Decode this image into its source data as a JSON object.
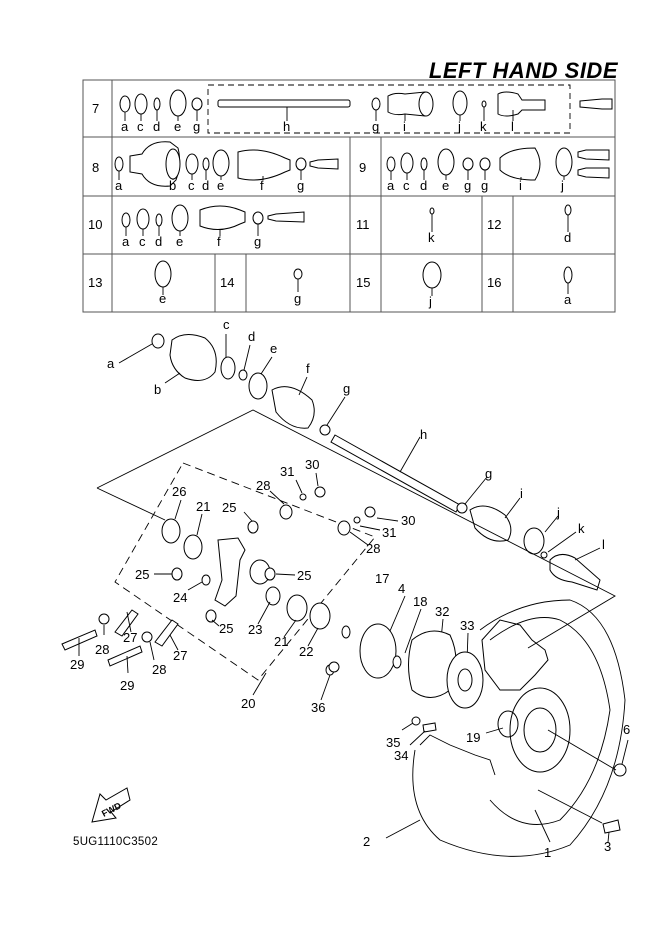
{
  "title": "LEFT HAND SIDE",
  "diagram_code": "5UG1110C3502",
  "fwd_label": "FWD",
  "table": {
    "rows": [
      {
        "set": "7",
        "parts": [
          "a",
          "c",
          "d",
          "e",
          "g",
          "h",
          "g",
          "i",
          "j",
          "k",
          "l"
        ]
      },
      {
        "set": "8",
        "parts": [
          "a",
          "b",
          "c",
          "d",
          "e",
          "f",
          "g"
        ]
      },
      {
        "set": "9",
        "parts": [
          "a",
          "c",
          "d",
          "e",
          "g",
          "g",
          "i",
          "j"
        ]
      },
      {
        "set": "10",
        "parts": [
          "a",
          "c",
          "d",
          "e",
          "f",
          "g"
        ]
      },
      {
        "set": "11",
        "parts": [
          "k"
        ]
      },
      {
        "set": "12",
        "parts": [
          "d"
        ]
      },
      {
        "set": "13",
        "parts": [
          "e"
        ]
      },
      {
        "set": "14",
        "parts": [
          "g"
        ]
      },
      {
        "set": "15",
        "parts": [
          "j"
        ]
      },
      {
        "set": "16",
        "parts": [
          "a"
        ]
      }
    ]
  },
  "callouts": {
    "letters": [
      "a",
      "b",
      "c",
      "d",
      "e",
      "f",
      "g",
      "h",
      "g",
      "i",
      "j",
      "k",
      "l"
    ],
    "numbers": [
      "30",
      "31",
      "26",
      "28",
      "21",
      "25",
      "30",
      "31",
      "28",
      "25",
      "25",
      "24",
      "17",
      "4",
      "18",
      "32",
      "33",
      "27",
      "25",
      "23",
      "21",
      "22",
      "28",
      "29",
      "27",
      "28",
      "29",
      "20",
      "36",
      "35",
      "34",
      "19",
      "6",
      "2",
      "1",
      "3"
    ]
  }
}
